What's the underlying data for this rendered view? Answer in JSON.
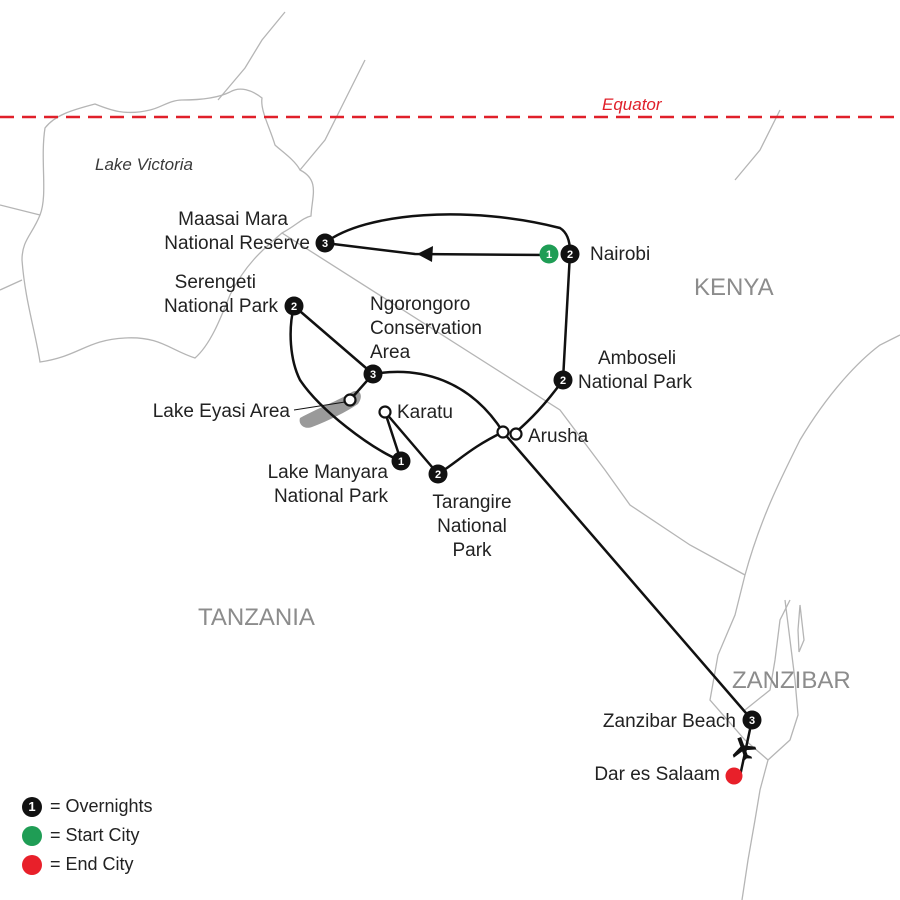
{
  "map": {
    "equator_label": "Equator",
    "water_labels": {
      "lake_victoria": "Lake Victoria"
    },
    "countries": {
      "kenya": "KENYA",
      "tanzania": "TANZANIA",
      "zanzibar": "ZANZIBAR"
    },
    "places": {
      "maasai_mara": {
        "line1": "Maasai Mara",
        "line2": "National Reserve",
        "nights": "3"
      },
      "nairobi": {
        "label": "Nairobi",
        "start_marker": "1",
        "nights": "2"
      },
      "serengeti": {
        "line1": "Serengeti",
        "line2": "National Park",
        "nights": "2"
      },
      "ngorongoro": {
        "line1": "Ngorongoro",
        "line2": "Conservation",
        "line3": "Area",
        "nights": "3"
      },
      "amboseli": {
        "line1": "Amboseli",
        "line2": "National Park",
        "nights": "2"
      },
      "lake_eyasi": {
        "label": "Lake Eyasi Area"
      },
      "karatu": {
        "label": "Karatu"
      },
      "arusha": {
        "label": "Arusha"
      },
      "lake_manyara": {
        "line1": "Lake Manyara",
        "line2": "National Park",
        "nights": "1"
      },
      "tarangire": {
        "line1": "Tarangire",
        "line2": "National",
        "line3": "Park",
        "nights": "2"
      },
      "zanzibar_beach": {
        "label": "Zanzibar Beach",
        "nights": "3"
      },
      "dar_es_salaam": {
        "label": "Dar es Salaam"
      }
    },
    "colors": {
      "route": "#111111",
      "overnight_marker": "#111111",
      "start_city": "#1f9d55",
      "end_city": "#e8202a",
      "equator": "#e0202a",
      "borders": "#b5b5b5",
      "lake": "#9a9a9a"
    },
    "icons": {
      "direction": "arrow-icon",
      "flight": "airplane-icon"
    }
  },
  "legend": {
    "items": [
      {
        "marker": "1",
        "text": "= Overnights",
        "color": "#111111"
      },
      {
        "marker": "",
        "text": "= Start City",
        "color": "#1f9d55"
      },
      {
        "marker": "",
        "text": "= End City",
        "color": "#e8202a"
      }
    ]
  }
}
